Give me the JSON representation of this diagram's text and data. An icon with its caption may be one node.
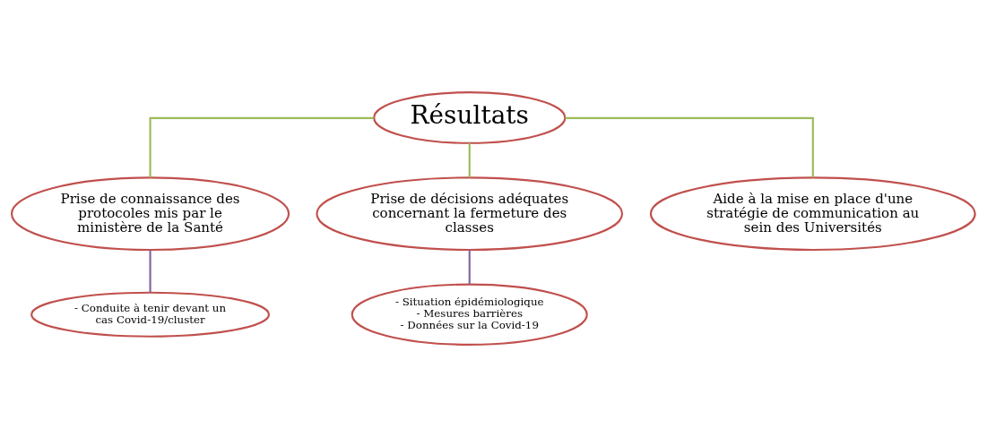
{
  "diagram": {
    "nodes": [
      {
        "text": [
          "Résultats"
        ]
      },
      {
        "text": [
          "Prise de connaissance des protocoles mis par le ministère de la Santé"
        ]
      },
      {
        "text": [
          "Prise de décisions adéquates concernant la fermeture des classes"
        ]
      },
      {
        "text": [
          "Aide à la mise en place d'une stratégie de communication au sein des Universités"
        ]
      },
      {
        "text": [
          "- Conduite à tenir devant un cas Covid-19/cluster"
        ]
      },
      {
        "text": [
          "- Situation épidémiologique",
          "- Mesures barrières",
          "- Données sur la Covid-19"
        ]
      }
    ],
    "edges": [
      {
        "from": 0,
        "to": 1,
        "arrow": "none"
      },
      {
        "from": 0,
        "to": 2,
        "arrow": "none"
      },
      {
        "from": 0,
        "to": 3,
        "arrow": "none"
      },
      {
        "from": 1,
        "to": 4,
        "arrow": "none",
        "color": "#8064a2"
      },
      {
        "from": 2,
        "to": 5,
        "arrow": "none",
        "color": "#8064a2"
      }
    ]
  }
}
